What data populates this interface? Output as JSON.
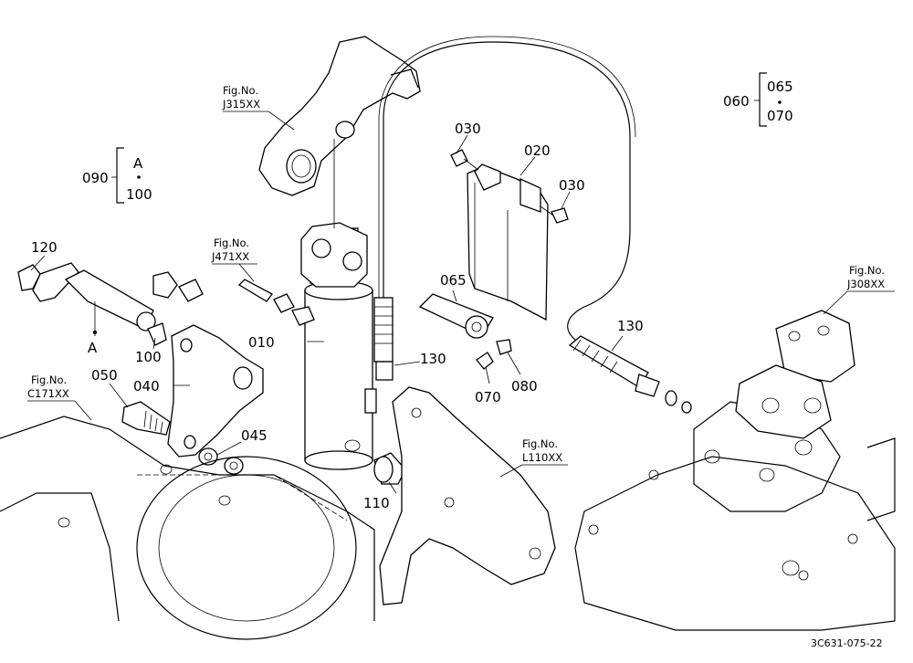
{
  "parts": {
    "p010": "010",
    "p020": "020",
    "p030a": "030",
    "p030b": "030",
    "p040": "040",
    "p045": "045",
    "p050": "050",
    "p060": "060",
    "p065a": "065",
    "p065b": "065",
    "p070a": "070",
    "p070b": "070",
    "p080": "080",
    "p090": "090",
    "p100a": "100",
    "p100b": "100",
    "p110": "110",
    "p120": "120",
    "p130a": "130",
    "p130b": "130",
    "refA1": "A",
    "refA2": "A"
  },
  "figrefs": {
    "j315": {
      "label": "Fig.No.",
      "code": "J315XX"
    },
    "j471": {
      "label": "Fig.No.",
      "code": "J471XX"
    },
    "c171": {
      "label": "Fig.No.",
      "code": "C171XX"
    },
    "j308": {
      "label": "Fig.No.",
      "code": "J308XX"
    },
    "l110": {
      "label": "Fig.No.",
      "code": "L110XX"
    }
  },
  "drawing_code": "3C631-075-22"
}
